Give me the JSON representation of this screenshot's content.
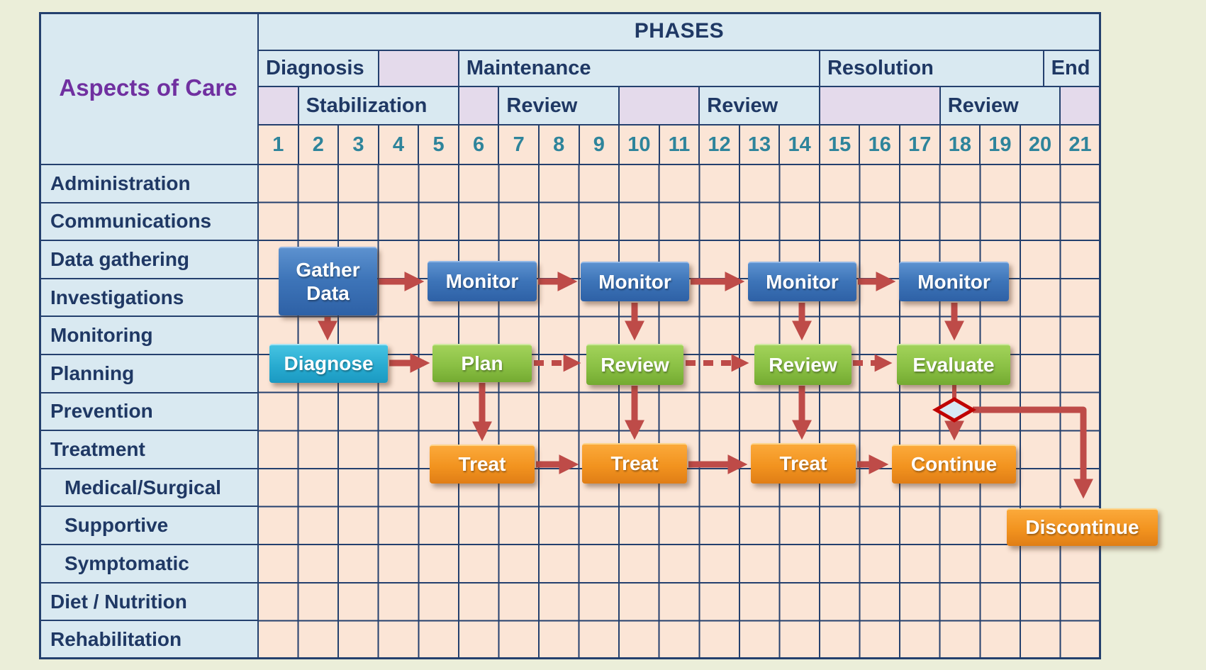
{
  "header": {
    "aspects_title": "Aspects of Care",
    "phases_title": "PHASES",
    "phase_row": [
      "Diagnosis",
      "",
      "Maintenance",
      "Resolution",
      "End"
    ],
    "subphase_row": [
      "",
      "Stabilization",
      "",
      "Review",
      "",
      "Review",
      "",
      "Review",
      ""
    ],
    "columns": [
      "1",
      "2",
      "3",
      "4",
      "5",
      "6",
      "7",
      "8",
      "9",
      "10",
      "11",
      "12",
      "13",
      "14",
      "15",
      "16",
      "17",
      "18",
      "19",
      "20",
      "21"
    ]
  },
  "rows": [
    "Administration",
    "Communications",
    "Data gathering",
    "Investigations",
    "Monitoring",
    "Planning",
    "Prevention",
    "Treatment",
    "Medical/Surgical",
    "Supportive",
    "Symptomatic",
    "Diet / Nutrition",
    "Rehabilitation"
  ],
  "flow": {
    "gather": "Gather Data",
    "diagnose": "Diagnose",
    "monitors": [
      "Monitor",
      "Monitor",
      "Monitor",
      "Monitor"
    ],
    "plan": "Plan",
    "reviews": [
      "Review",
      "Review"
    ],
    "evaluate": "Evaluate",
    "treats": [
      "Treat",
      "Treat",
      "Treat"
    ],
    "continue_label": "Continue",
    "discontinue_label": "Discontinue"
  },
  "colors": {
    "background": "#EBEED9",
    "grid_line": "#24406E",
    "header_text": "#1F3864",
    "aspects_text": "#7030A0",
    "number_text": "#2E849B",
    "cell_light_blue": "#D9E9F1",
    "cell_lavender": "#E4DAEB",
    "cell_peach": "#FBE5D6",
    "box_blue": "#3D74B8",
    "box_cyan": "#28ABD0",
    "box_green": "#8AC044",
    "box_orange": "#F2931F",
    "arrow": "#BE4B48",
    "diamond_border": "#C00000",
    "diamond_fill": "#D8E8F4"
  }
}
